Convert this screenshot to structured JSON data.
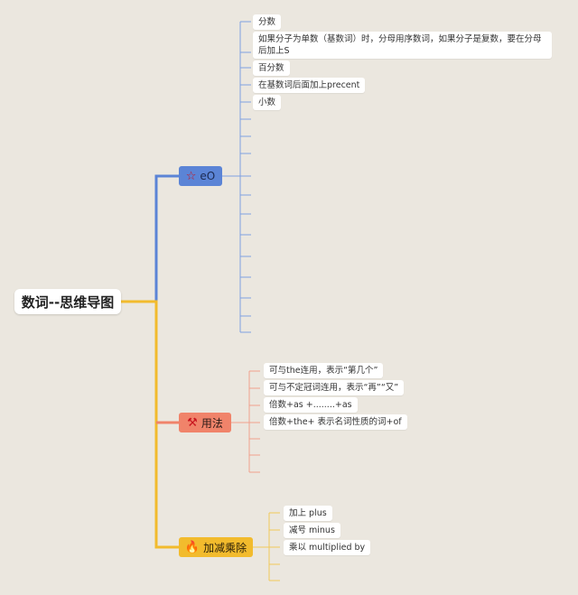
{
  "root": {
    "label": "数词--思维导图"
  },
  "branches": [
    {
      "label": "eO",
      "icon": "star-outline-icon",
      "color": "#5b84d6",
      "leaves": [
        "分数",
        "如果分子为单数（基数词）时，分母用序数词，如果分子是复数，要在分母后加上S",
        "百分数",
        "在基数词后面加上precent",
        "小数"
      ]
    },
    {
      "label": "用法",
      "icon": "wrench-icon",
      "color": "#f0836a",
      "leaves": [
        "可与the连用，表示“第几个”",
        "可与不定冠词连用，表示“再”“又”",
        "倍数+as +........+as",
        "倍数+the+ 表示名词性质的词+of"
      ]
    },
    {
      "label": "加减乘除",
      "icon": "fire-icon",
      "color": "#f2bb2d",
      "leaves": [
        "加上 plus",
        "减号 minus",
        "乘以 multiplied by"
      ]
    }
  ]
}
